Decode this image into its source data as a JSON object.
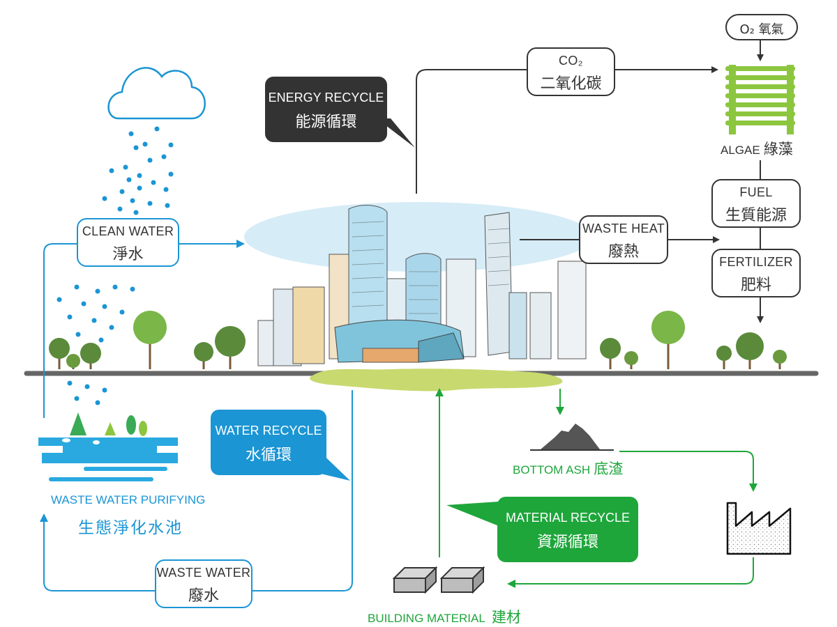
{
  "colors": {
    "dark": "#333333",
    "blue": "#1b95d4",
    "green": "#1ea63b",
    "algae": "#8cc63f",
    "ground": "#666666",
    "grass": "#c8d96f"
  },
  "energy_callout": {
    "en": "ENERGY RECYCLE",
    "zh": "能源循環"
  },
  "co2_box": {
    "en": "CO₂",
    "zh": "二氧化碳"
  },
  "o2_box": {
    "label": "O₂ 氧氣"
  },
  "algae": {
    "en": "ALGAE",
    "zh": "綠藻"
  },
  "fuel_box": {
    "en": "FUEL",
    "zh": "生質能源"
  },
  "fertilizer_box": {
    "en": "FERTILIZER",
    "zh": "肥料"
  },
  "waste_heat_box": {
    "en": "WASTE HEAT",
    "zh": "廢熱"
  },
  "clean_water_box": {
    "en": "CLEAN WATER",
    "zh": "淨水"
  },
  "water_callout": {
    "en": "WATER RECYCLE",
    "zh": "水循環"
  },
  "purifying": {
    "en": "WASTE WATER PURIFYING",
    "zh": "生態淨化水池"
  },
  "waste_water_box": {
    "en": "WASTE WATER",
    "zh": "廢水"
  },
  "bottom_ash": {
    "en": "BOTTOM ASH",
    "zh": "底渣"
  },
  "material_callout": {
    "en": "MATERIAL RECYCLE",
    "zh": "資源循環"
  },
  "building_material": {
    "en": "BUILDING MATERIAL",
    "zh": "建材"
  },
  "icons": [
    "cloud-icon",
    "rain-icon",
    "city-icon",
    "tree-icon",
    "algae-panel-icon",
    "ash-pile-icon",
    "factory-icon",
    "brick-icon",
    "pond-icon"
  ]
}
